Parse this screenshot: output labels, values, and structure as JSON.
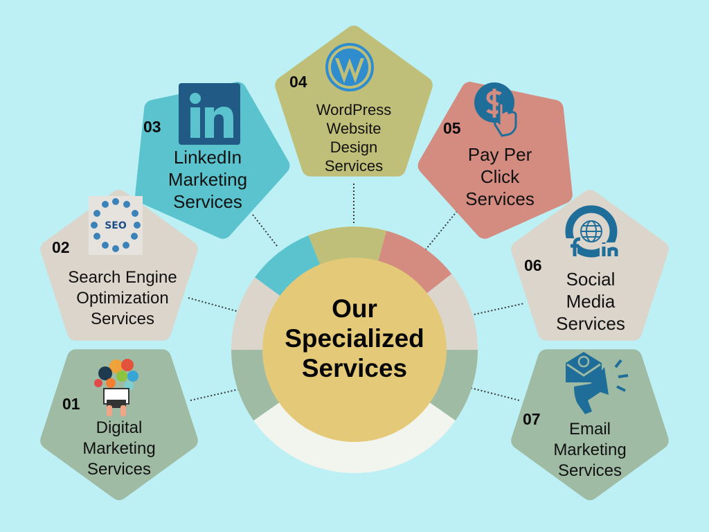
{
  "title": {
    "lines": [
      "Our",
      "Specialized",
      "Services"
    ]
  },
  "colors": {
    "background": "#bcf0f4",
    "sage": "#9fbba4",
    "beige": "#dcd5cc",
    "teal": "#5bc3cd",
    "olive": "#bfbf79",
    "salmon": "#d48b80",
    "white": "#f2f4ee",
    "center": "#e4c978",
    "icon_blue": "#1f6e9a"
  },
  "services": [
    {
      "number": "01",
      "lines": [
        "Digital",
        "Marketing",
        "Services"
      ],
      "icon": "digital-marketing-icon"
    },
    {
      "number": "02",
      "lines": [
        "Search Engine",
        "Optimization",
        "Services"
      ],
      "icon": "seo-icon"
    },
    {
      "number": "03",
      "lines": [
        "LinkedIn",
        "Marketing",
        "Services"
      ],
      "icon": "linkedin-icon"
    },
    {
      "number": "04",
      "lines": [
        "WordPress",
        "Website",
        "Design",
        "Services"
      ],
      "icon": "wordpress-icon"
    },
    {
      "number": "05",
      "lines": [
        "Pay Per",
        "Click",
        "Services"
      ],
      "icon": "pay-per-click-icon"
    },
    {
      "number": "06",
      "lines": [
        "Social",
        "Media",
        "Services"
      ],
      "icon": "social-media-icon"
    },
    {
      "number": "07",
      "lines": [
        "Email",
        "Marketing",
        "Services"
      ],
      "icon": "email-marketing-icon"
    }
  ],
  "seo_icon_text": "SEO"
}
